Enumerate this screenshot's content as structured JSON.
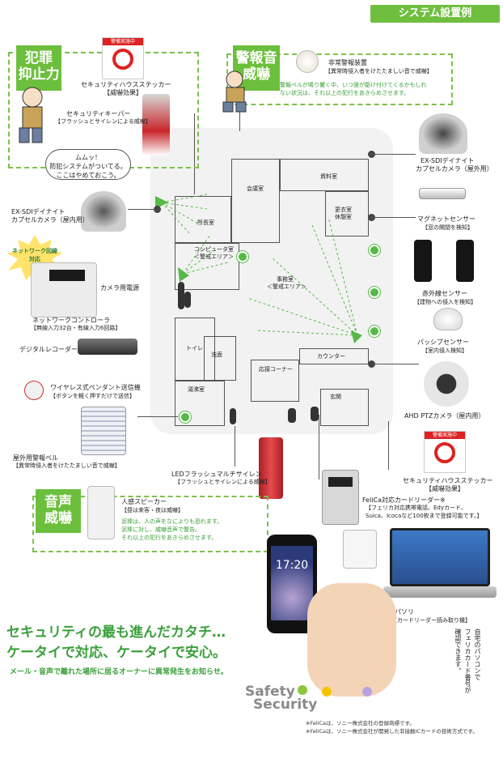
{
  "header": {
    "title": "システム設置例"
  },
  "crime_box": {
    "line1": "犯罪",
    "line2": "抑止力"
  },
  "alarm_box": {
    "line1": "警報音",
    "line2": "威嚇"
  },
  "voice_box": {
    "line1": "音声",
    "line2": "威嚇"
  },
  "network_burst": {
    "line1": "ネットワーク回線",
    "line2": "対応"
  },
  "stickers": {
    "top_badge": "警備実施中",
    "top_name": "セキュリティハウスステッカー",
    "top_effect": "【威嚇効果】",
    "right_badge": "警備実施中",
    "right_name": "セキュリティハウスステッカー",
    "right_effect": "【威嚇効果】"
  },
  "keeper": {
    "name": "セキュリティキーパー",
    "desc": "【フラッシュとサイレンによる威嚇】"
  },
  "speech": {
    "line1": "ムムッ！",
    "line2": "防犯システムがついてる。",
    "line3": "ここはやめておこう。"
  },
  "alarm_device": {
    "name": "非常警報装置",
    "desc": "【異常時侵入者をけたたましい音で威嚇】",
    "note1": "警報ベルが鳴り響く中、いつ誰が駆け付けてくるかもしれ",
    "note2": "ない状況は、それ以上の犯行をあきらめさせます。"
  },
  "cam_left": {
    "name": "EX-SDIデイナイト",
    "desc": "カプセルカメラ（屋内用）"
  },
  "cam_right": {
    "name": "EX-SDIデイナイト",
    "desc": "カプセルカメラ（屋外用）"
  },
  "magnet": {
    "name": "マグネットセンサー",
    "desc": "【窓の開閉を検知】"
  },
  "infrared": {
    "name": "赤外線センサー",
    "desc": "【建物への侵入を検知】"
  },
  "passive": {
    "name": "パッシブセンサー",
    "desc": "【室内侵入検知】"
  },
  "ptz": {
    "name": "AHD PTZカメラ（屋内用）"
  },
  "controller": {
    "power": "カメラ用電源",
    "name": "ネットワークコントローラ",
    "desc": "【無線入力32台・有線入力6回路】"
  },
  "recorder": {
    "name": "デジタルレコーダー"
  },
  "pendant": {
    "name": "ワイヤレス式ペンダント送信機",
    "desc": "【ボタンを軽く押すだけで送信】"
  },
  "bell": {
    "name": "屋外用警報ベル",
    "desc": "【異常時侵入者をけたたましい音で威嚇】"
  },
  "led": {
    "name": "LEDフラッシュマルチサイレン",
    "desc": "【フラッシュとサイレンによる威嚇】"
  },
  "speaker": {
    "name": "人感スピーカー",
    "desc": "【昼は来客・夜は威嚇】",
    "note1": "泥棒は、人の声をなによりも恐れます。",
    "note2": "泥棒に対し、威嚇音声で警告。",
    "note3": "それ以上の犯行をあきらめさせます。"
  },
  "felica": {
    "name": "FeliCa対応カードリーダー※",
    "desc1": "【フェリカ対応携帯電話、Edyカード、",
    "desc2": "Suica、Icocaなど100枚まで登録可能です。】"
  },
  "pc": {
    "name": "パソリ",
    "desc": "【カードリーダー読み取り機】"
  },
  "pc_note": [
    "自宅のパソコンで",
    "フェリカカード番号が",
    "確認できます。"
  ],
  "phone": {
    "time": "17:20"
  },
  "rooms": {
    "director": "所長室",
    "meeting": "会議室",
    "materials": "資料室",
    "changing1": "更衣室",
    "changing2": "休憩室",
    "computer1": "コンピュータ室",
    "computer2": "＜警戒エリア＞",
    "office1": "事務室",
    "office2": "＜警戒エリア＞",
    "toilet": "トイレ",
    "washroom": "洗面",
    "kitchen": "湯沸室",
    "reception": "応接コーナー",
    "counter": "カウンター",
    "entrance": "玄関"
  },
  "slogan": {
    "line1": "セキュリティの最も進んだカタチ…",
    "line2": "ケータイで対応、ケータイで安心。",
    "line3": "メール・音声で離れた場所に居るオーナーに異常発生をお知らせ。"
  },
  "logo": {
    "line1": "Safety",
    "line2": "Security"
  },
  "footnotes": {
    "line1": "※FeliCaは、ソニー株式会社の登録商標です。",
    "line2": "※FeliCaは、ソニー株式会社が開発した非接触ICカードの技術方式です。"
  },
  "colors": {
    "accent": "#6cbf3c",
    "dot": "#57b947"
  }
}
